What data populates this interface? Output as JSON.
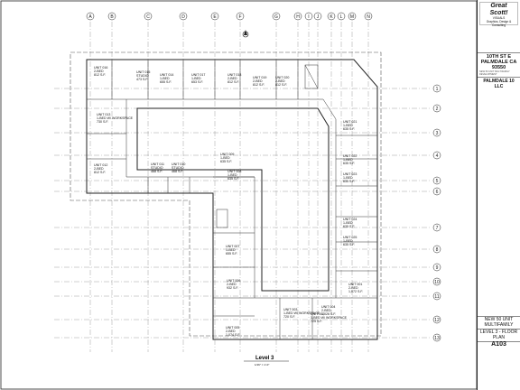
{
  "grid_columns": [
    "A",
    "B",
    "C",
    "D",
    "E",
    "F",
    "G",
    "H",
    "I",
    "J",
    "K",
    "L",
    "M",
    "N"
  ],
  "grid_rows": [
    "1",
    "2",
    "3",
    "4",
    "5",
    "6",
    "7",
    "8",
    "9",
    "10",
    "11",
    "12",
    "13"
  ],
  "units": [
    {
      "id": "u016",
      "label": "UNIT 016",
      "type": "2-BED",
      "area": "812 S.F."
    },
    {
      "id": "u015",
      "label": "UNIT 015",
      "type": "STUDIO",
      "area": "473 S.F."
    },
    {
      "id": "u014",
      "label": "UNIT 014",
      "type": "1-BED",
      "area": "655 S.F."
    },
    {
      "id": "u017",
      "label": "UNIT 017",
      "type": "1-BED",
      "area": "653 S.F."
    },
    {
      "id": "u018",
      "label": "UNIT 018",
      "type": "2-BED",
      "area": "812 S.F."
    },
    {
      "id": "u019",
      "label": "UNIT 019",
      "type": "2-BED",
      "area": "812 S.F."
    },
    {
      "id": "u020",
      "label": "UNIT 020",
      "type": "2-BED",
      "area": "812 S.F."
    },
    {
      "id": "u013",
      "label": "UNIT 013",
      "type": "1-BED W/ WORKSPACE",
      "area": "730 S.F."
    },
    {
      "id": "u021",
      "label": "UNIT 021",
      "type": "1-BED",
      "area": "635 S.F."
    },
    {
      "id": "u012",
      "label": "UNIT 012",
      "type": "2-BED",
      "area": "812 S.F."
    },
    {
      "id": "u011",
      "label": "UNIT 011",
      "type": "STUDIO",
      "area": "468 S.F."
    },
    {
      "id": "u010",
      "label": "UNIT 010",
      "type": "STUDIO",
      "area": "468 S.F."
    },
    {
      "id": "u009",
      "label": "UNIT 009",
      "type": "1-BED",
      "area": "635 S.F."
    },
    {
      "id": "u008",
      "label": "UNIT 008",
      "type": "1-BED",
      "area": "635 S.F."
    },
    {
      "id": "u022",
      "label": "UNIT 022",
      "type": "1-BED",
      "area": "635 S.F."
    },
    {
      "id": "u023",
      "label": "UNIT 023",
      "type": "1-BED",
      "area": "635 S.F."
    },
    {
      "id": "u024",
      "label": "UNIT 024",
      "type": "1-BED",
      "area": "635 S.F."
    },
    {
      "id": "u025",
      "label": "UNIT 025",
      "type": "1-BED",
      "area": "635 S.F."
    },
    {
      "id": "u007",
      "label": "UNIT 007",
      "type": "1-BED",
      "area": "655 S.F."
    },
    {
      "id": "u006",
      "label": "UNIT 006",
      "type": "2-BED",
      "area": "932 S.F."
    },
    {
      "id": "u001",
      "label": "UNIT 001",
      "type": "2-BED",
      "area": "1,072 S.F."
    },
    {
      "id": "u004",
      "label": "UNIT 004",
      "type": "2-BED",
      "area": "1,026 S.F."
    },
    {
      "id": "u003",
      "label": "UNIT 003",
      "type": "1-BED W/ WORKSPACE",
      "area": "720 S.F."
    },
    {
      "id": "u002",
      "label": "UNIT 002",
      "type": "1-BED W/ WORKSPACE",
      "area": "725 S.F."
    },
    {
      "id": "u005",
      "label": "UNIT 005",
      "type": "2-BED",
      "area": "1,074 S.F."
    }
  ],
  "drawing": {
    "title": "Level 3",
    "scale": "1/16\" = 1'-0\""
  },
  "titleblock": {
    "logo_line1": "Great",
    "logo_line2": "Scott!",
    "logo_sub1": "VISUALS",
    "logo_sub2": "Graphics, Design & Consulting",
    "address_line1": "10TH ST E",
    "address_line2": "PALMDALE CA",
    "address_line3": "93550",
    "address_note": "NEW 50 UNIT MULTIFAMILY DEVELOPMENT",
    "project": "PALMDALE 10 LLC",
    "sheet_title_line1": "NEW 50 UNIT",
    "sheet_title_line2": "MULTIFAMILY",
    "sheet_title_line3": "LEVEL 3 - FLOOR",
    "sheet_title_line4": "PLAN",
    "sheet_number": "A103"
  }
}
